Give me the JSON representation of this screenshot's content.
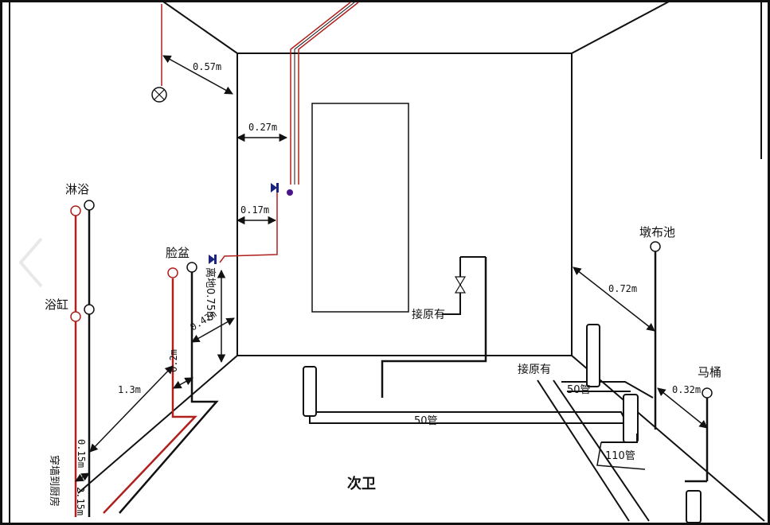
{
  "labels": {
    "shower": "淋浴",
    "bathtub": "浴缸",
    "basin": "脸盆",
    "mop_sink": "墩布池",
    "toilet": "马桶",
    "room": "次卫",
    "connect_existing_1": "接原有",
    "connect_existing_2": "接原有",
    "pipe_50_1": "50管",
    "pipe_50_2": "50管",
    "pipe_110": "110管",
    "through_wall": "穿墙到厨房",
    "water_height": "离地0.75m"
  },
  "dimensions": {
    "d057": "0.57m",
    "d027": "0.27m",
    "d017": "0.17m",
    "d072": "0.72m",
    "d032": "0.32m",
    "d13": "1.3m",
    "d047": "0.47m",
    "d02": "0.2m",
    "d015": "0.15m",
    "d215": "2.15m"
  },
  "colors": {
    "hot_pipe": "#b0201c",
    "cold_pipe": "#111111",
    "line": "#111111",
    "valve": "#1a237e"
  }
}
